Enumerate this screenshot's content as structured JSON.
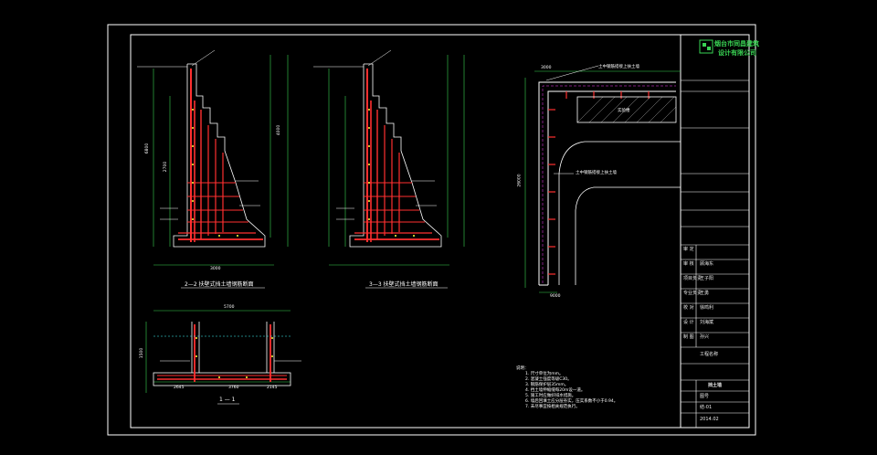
{
  "company": {
    "name_line1": "烟台市同昌建筑",
    "name_line2": "设计有限公司"
  },
  "sections": {
    "section22_title": "2—2  扶壁式挡土墙钢筋断面",
    "section33_title": "3—3  扶壁式挡土墙钢筋断面",
    "section11_title": "1 — 1"
  },
  "title_block": {
    "rows": [
      {
        "label": "审 定",
        "value": ""
      },
      {
        "label": "审 核",
        "value": "顾海东"
      },
      {
        "label": "项目负责",
        "value": "王子阳"
      },
      {
        "label": "专业负责",
        "value": "王勇"
      },
      {
        "label": "校 对",
        "value": "徐鸣利"
      },
      {
        "label": "设 计",
        "value": "刘海斌"
      },
      {
        "label": "制 图",
        "value": "孙兴"
      }
    ],
    "project_label": "工程名称",
    "drawing_name": "挡土墙",
    "number_label": "图号",
    "number_value": "结-01",
    "date_value": "2014.02"
  },
  "plan": {
    "label1": "土中钢筋搭接上扶土墙",
    "label2": "实验楼",
    "label3": "土中钢筋搭接上扶土墙"
  },
  "dims": {
    "d6800": "6800",
    "d3000": "3000",
    "d5700": "5700",
    "d1500": "1500",
    "d2700": "2700",
    "d4000": "4000",
    "d26000": "26000",
    "d9000": "9000",
    "d2645": "2645",
    "d2145": "2145",
    "d3760": "3760"
  },
  "notes": {
    "heading": "说明：",
    "items": [
      "1.  尺寸单位为mm。",
      "2.  混凝土强度等级C30。",
      "3.  钢筋保护层35mm。",
      "4.  挡土墙伸缩缝每20m设一道。",
      "5.  施工时应做好排水措施。",
      "6.  墙后回填土应分层夯实，压实系数不小于0.94。",
      "7.  未尽事宜按相关规范执行。"
    ]
  },
  "colors": {
    "frame": "#ffffff",
    "green": "#39d353",
    "red": "#ff3030",
    "yellow": "#ffff40",
    "cyan": "#40ffff",
    "magenta": "#ff40ff",
    "white": "#ffffff"
  }
}
